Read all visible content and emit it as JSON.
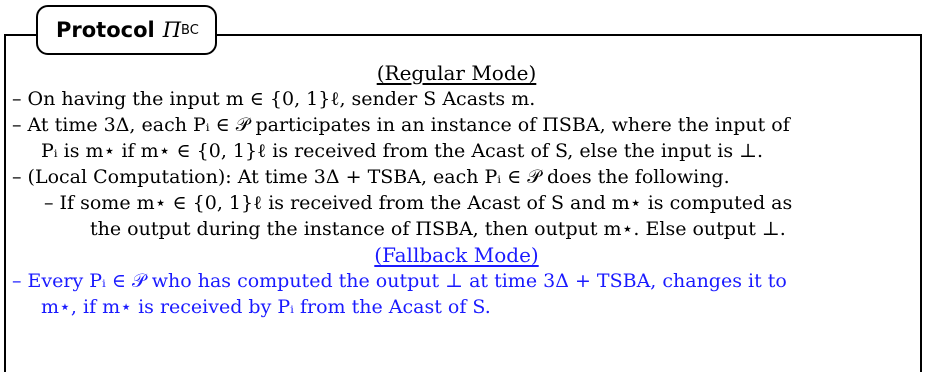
{
  "box": {
    "keyword": "Protocol",
    "protocol_symbol": "Π",
    "protocol_subscript": "BC"
  },
  "sections": {
    "regular": "(Regular Mode)",
    "fallback": "(Fallback Mode)"
  },
  "lines": [
    "– On having the input m ∈ {0, 1}ℓ, sender S Acasts m.",
    "– At time 3Δ, each Pᵢ ∈ 𝒫 participates in an instance of ΠSBA, where the input of",
    "Pᵢ is m⋆ if m⋆ ∈ {0, 1}ℓ is received from the Acast of S, else the input is ⊥.",
    "– (Local Computation): At time 3Δ + TSBA, each Pᵢ ∈ 𝒫 does the following.",
    "– If some m⋆ ∈ {0, 1}ℓ is received from the Acast of S and m⋆ is computed as",
    "the output during the instance of ΠSBA, then output m⋆. Else output ⊥.",
    "– Every Pᵢ ∈ 𝒫 who has computed the output ⊥ at time 3Δ + TSBA, changes it to",
    "m⋆, if m⋆ is received by Pᵢ from the Acast of S."
  ],
  "colors": {
    "text": "#000000",
    "fallback": "#1a1aff"
  }
}
